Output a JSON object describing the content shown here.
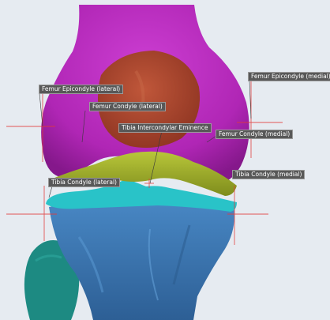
{
  "labels": {
    "femur_epicondyle_lateral": "Femur Epicondyle (lateral)",
    "femur_condyle_lateral": "Femur Condyle (lateral)",
    "tibia_intercondylar_eminence": "Tibia Intercondylar Eminence",
    "femur_condyle_medial": "Femur Condyle (medial)",
    "femur_epicondyle_medial": "Femur Epicondyle (medial)",
    "tibia_condyle_lateral": "Tibia Condyle (lateral)",
    "tibia_condyle_medial": "Tibia Condyle (medial)"
  },
  "colors": {
    "background": "#e6ebf1",
    "femur": "#b326b8",
    "femur_condyle_patch": "#a8452c",
    "meniscus": "#a6b52a",
    "tibia_cartilage": "#29c3c8",
    "tibia": "#3c79b6",
    "fibula": "#1d8a82",
    "marker": "#e23a3a",
    "label_bg": "#585858"
  }
}
